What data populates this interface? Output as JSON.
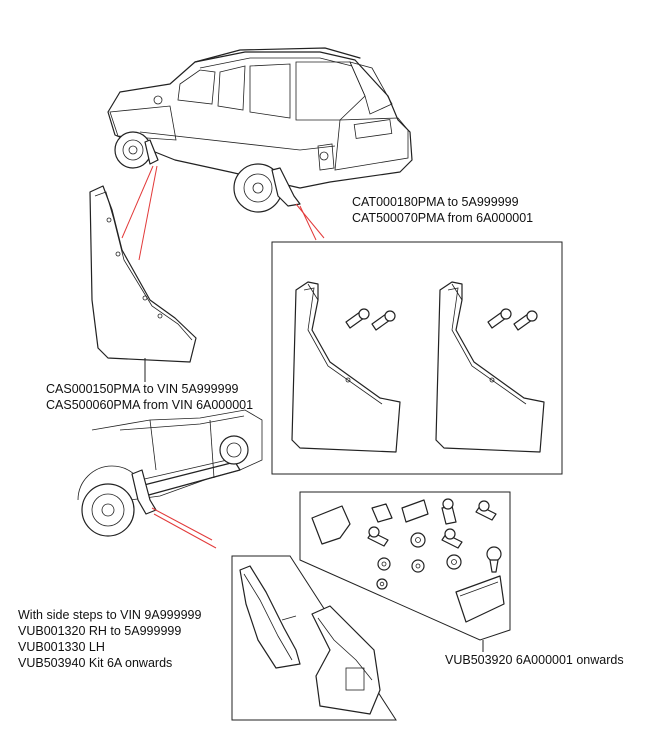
{
  "callouts": {
    "rear_flap_kit": {
      "lines": [
        "CAT000180PMA to 5A999999",
        "CAT500070PMA from 6A000001"
      ]
    },
    "front_flap": {
      "lines": [
        "CAS000150PMA to VIN 5A999999",
        "CAS500060PMA from VIN 6A000001"
      ]
    },
    "side_step_flap": {
      "lines": [
        "With side steps to VIN 9A999999",
        "VUB001320 RH to 5A999999",
        "VUB001330 LH",
        "VUB503940 Kit 6A onwards"
      ]
    },
    "fixing_kit": {
      "lines": [
        "VUB503920 6A000001 onwards"
      ]
    }
  },
  "colors": {
    "leader_red": "#e23a3a",
    "outline": "#222222",
    "background": "#ffffff"
  }
}
